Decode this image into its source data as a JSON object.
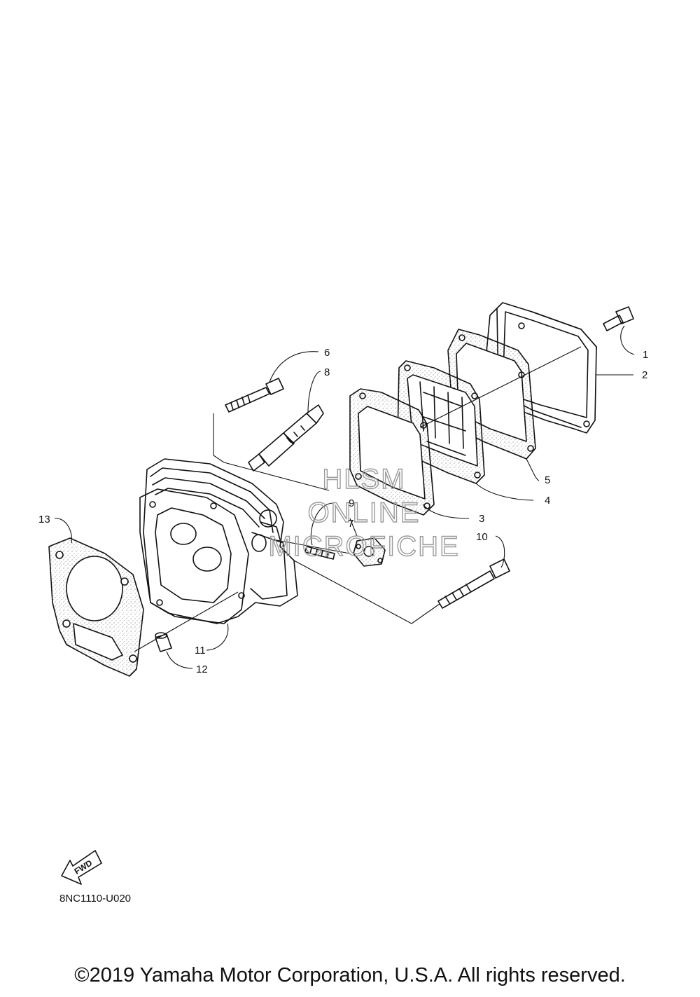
{
  "watermark": {
    "line1": "HLSM",
    "line2": "ONLINE",
    "line3": "MICROFICHE"
  },
  "callouts": [
    "1",
    "2",
    "3",
    "4",
    "5",
    "6",
    "7",
    "8",
    "9",
    "10",
    "11",
    "12",
    "13"
  ],
  "fwd_label": "FWD",
  "part_code": "8NC1110-U020",
  "copyright": "©2019 Yamaha Motor Corporation, U.S.A. All rights reserved."
}
